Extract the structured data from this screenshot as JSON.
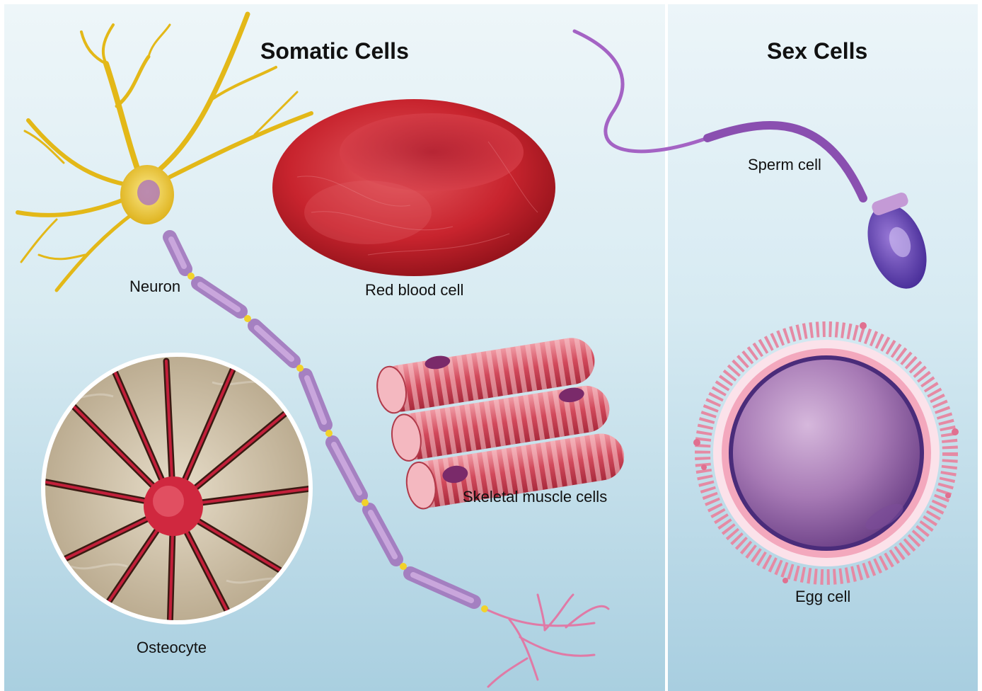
{
  "headings": {
    "somatic": "Somatic Cells",
    "sex": "Sex Cells"
  },
  "labels": {
    "neuron": "Neuron",
    "red_blood_cell": "Red blood cell",
    "skeletal_muscle": "Skeletal muscle cells",
    "osteocyte": "Osteocyte",
    "sperm": "Sperm cell",
    "egg": "Egg cell"
  },
  "colors": {
    "neuron_body": "#e8c020",
    "axon_sheath": "#b98ac8",
    "red_blood_cell": "#c8242e",
    "muscle": "#d95a6a",
    "osteocyte": "#c21f3a",
    "bone_matrix": "#cdbfa6",
    "sperm": "#8a4fb0",
    "egg": "#9e6fae",
    "egg_corona": "#e07090"
  }
}
